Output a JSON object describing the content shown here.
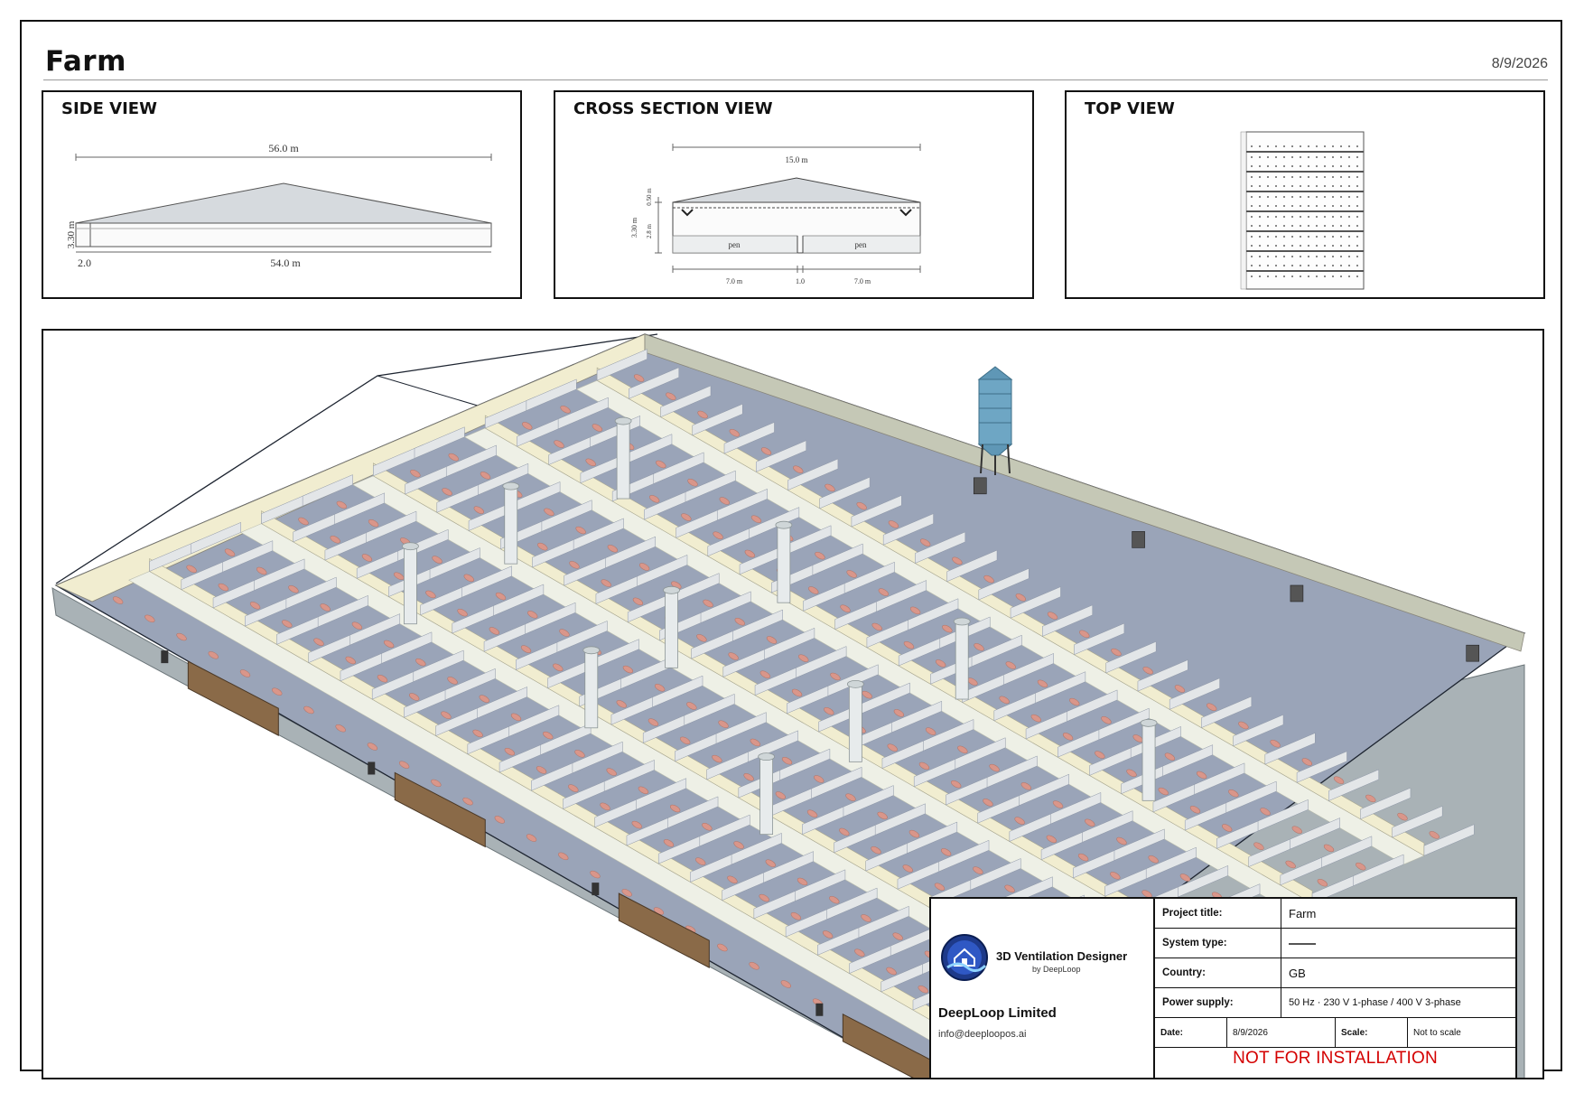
{
  "header": {
    "title": "Farm",
    "date": "8/9/2026"
  },
  "views": {
    "side": {
      "title": "SIDE VIEW",
      "overall_length": "56.0 m",
      "height": "3.30 m",
      "segment_left": "2.0",
      "segment_main": "54.0 m"
    },
    "cross": {
      "title": "CROSS SECTION VIEW",
      "width": "15.0 m",
      "height": "3.30 m",
      "inner_height": "2.8 m",
      "roof_gap": "0.50 m",
      "pen_label": "pen",
      "pen_width": "7.0 m",
      "aisle_width": "1.0"
    },
    "top": {
      "title": "TOP VIEW"
    }
  },
  "title_block": {
    "brand_name": "3D Ventilation Designer",
    "brand_sub": "by DeepLoop",
    "company": "DeepLoop Limited",
    "email": "info@deeploopos.ai",
    "rows": {
      "project_title": {
        "label": "Project title:",
        "value": "Farm"
      },
      "system_type": {
        "label": "System type:"
      },
      "country": {
        "label": "Country:",
        "value": "GB"
      },
      "power_supply": {
        "label": "Power supply:",
        "value": "50 Hz · 230 V 1-phase / 400 V 3-phase"
      },
      "date": {
        "label": "Date:",
        "value": "8/9/2026"
      },
      "scale": {
        "label": "Scale:",
        "value": "Not to scale"
      }
    },
    "warning": "NOT FOR INSTALLATION"
  },
  "colors": {
    "floor": "#9fa9bd",
    "partition": "#e3e6e8",
    "aisle": "#eef0e6",
    "wall": "#f1edd0",
    "outer_wall": "#aab4b8",
    "silo": "#6ea6c4",
    "door": "#8a6a48",
    "pig": "#d9968a",
    "warning": "#d40000"
  }
}
